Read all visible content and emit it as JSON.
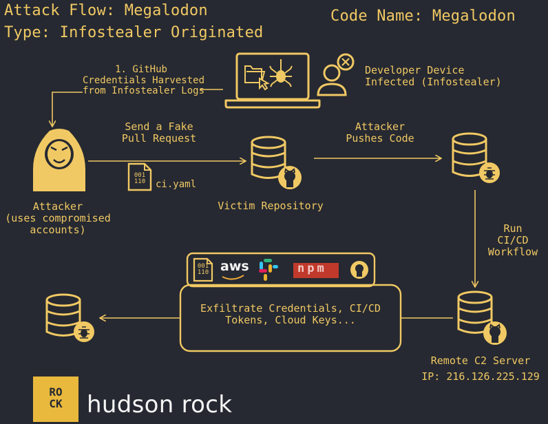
{
  "title": {
    "line1": "Attack Flow: Megalodon",
    "line2": "Type: Infostealer Originated",
    "code_name": "Code Name: Megalodon"
  },
  "labels": {
    "step1": [
      "1. GitHub",
      "Credentials Harvested",
      "from Infostealer Logs"
    ],
    "developer": [
      "Developer Device",
      "Infected (Infostealer)"
    ],
    "fake_pr": [
      "Send a Fake",
      "Pull Request"
    ],
    "pushes": [
      "Attacker",
      "Pushes Code"
    ],
    "attacker": [
      "Attacker",
      "(uses compromised",
      "accounts)"
    ],
    "victim_repo": "Victim Repository",
    "file_name": "ci.yaml",
    "file_icon_text": [
      "001",
      "110"
    ],
    "run_workflow": [
      "Run",
      "CI/CD",
      "Workflow"
    ],
    "exfil": [
      "Exfiltrate Credentials, CI/CD",
      "Tokens, Cloud Keys..."
    ],
    "c2_server": [
      "Remote C2 Server",
      "IP: 216.126.225.129"
    ],
    "aws": "aws",
    "npm": "npm"
  },
  "brand": {
    "logo_text": [
      "RO",
      "CK"
    ],
    "name": "hudson rock"
  },
  "colors": {
    "background": "#262931",
    "accent": "#f1c964",
    "brand_yellow": "#e9b93d",
    "npm_red": "#c0392b"
  }
}
